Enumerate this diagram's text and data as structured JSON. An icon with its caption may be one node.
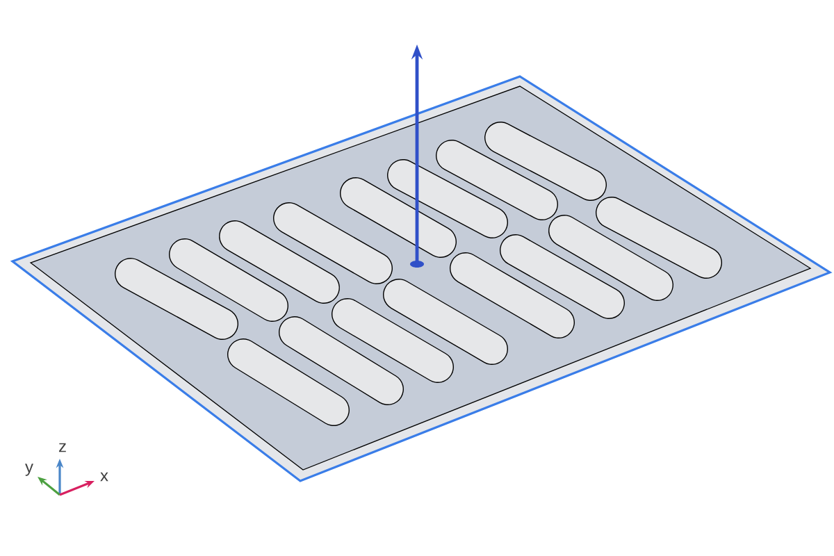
{
  "diagram": {
    "labels": [
      "z",
      "y",
      "x"
    ]
  }
}
